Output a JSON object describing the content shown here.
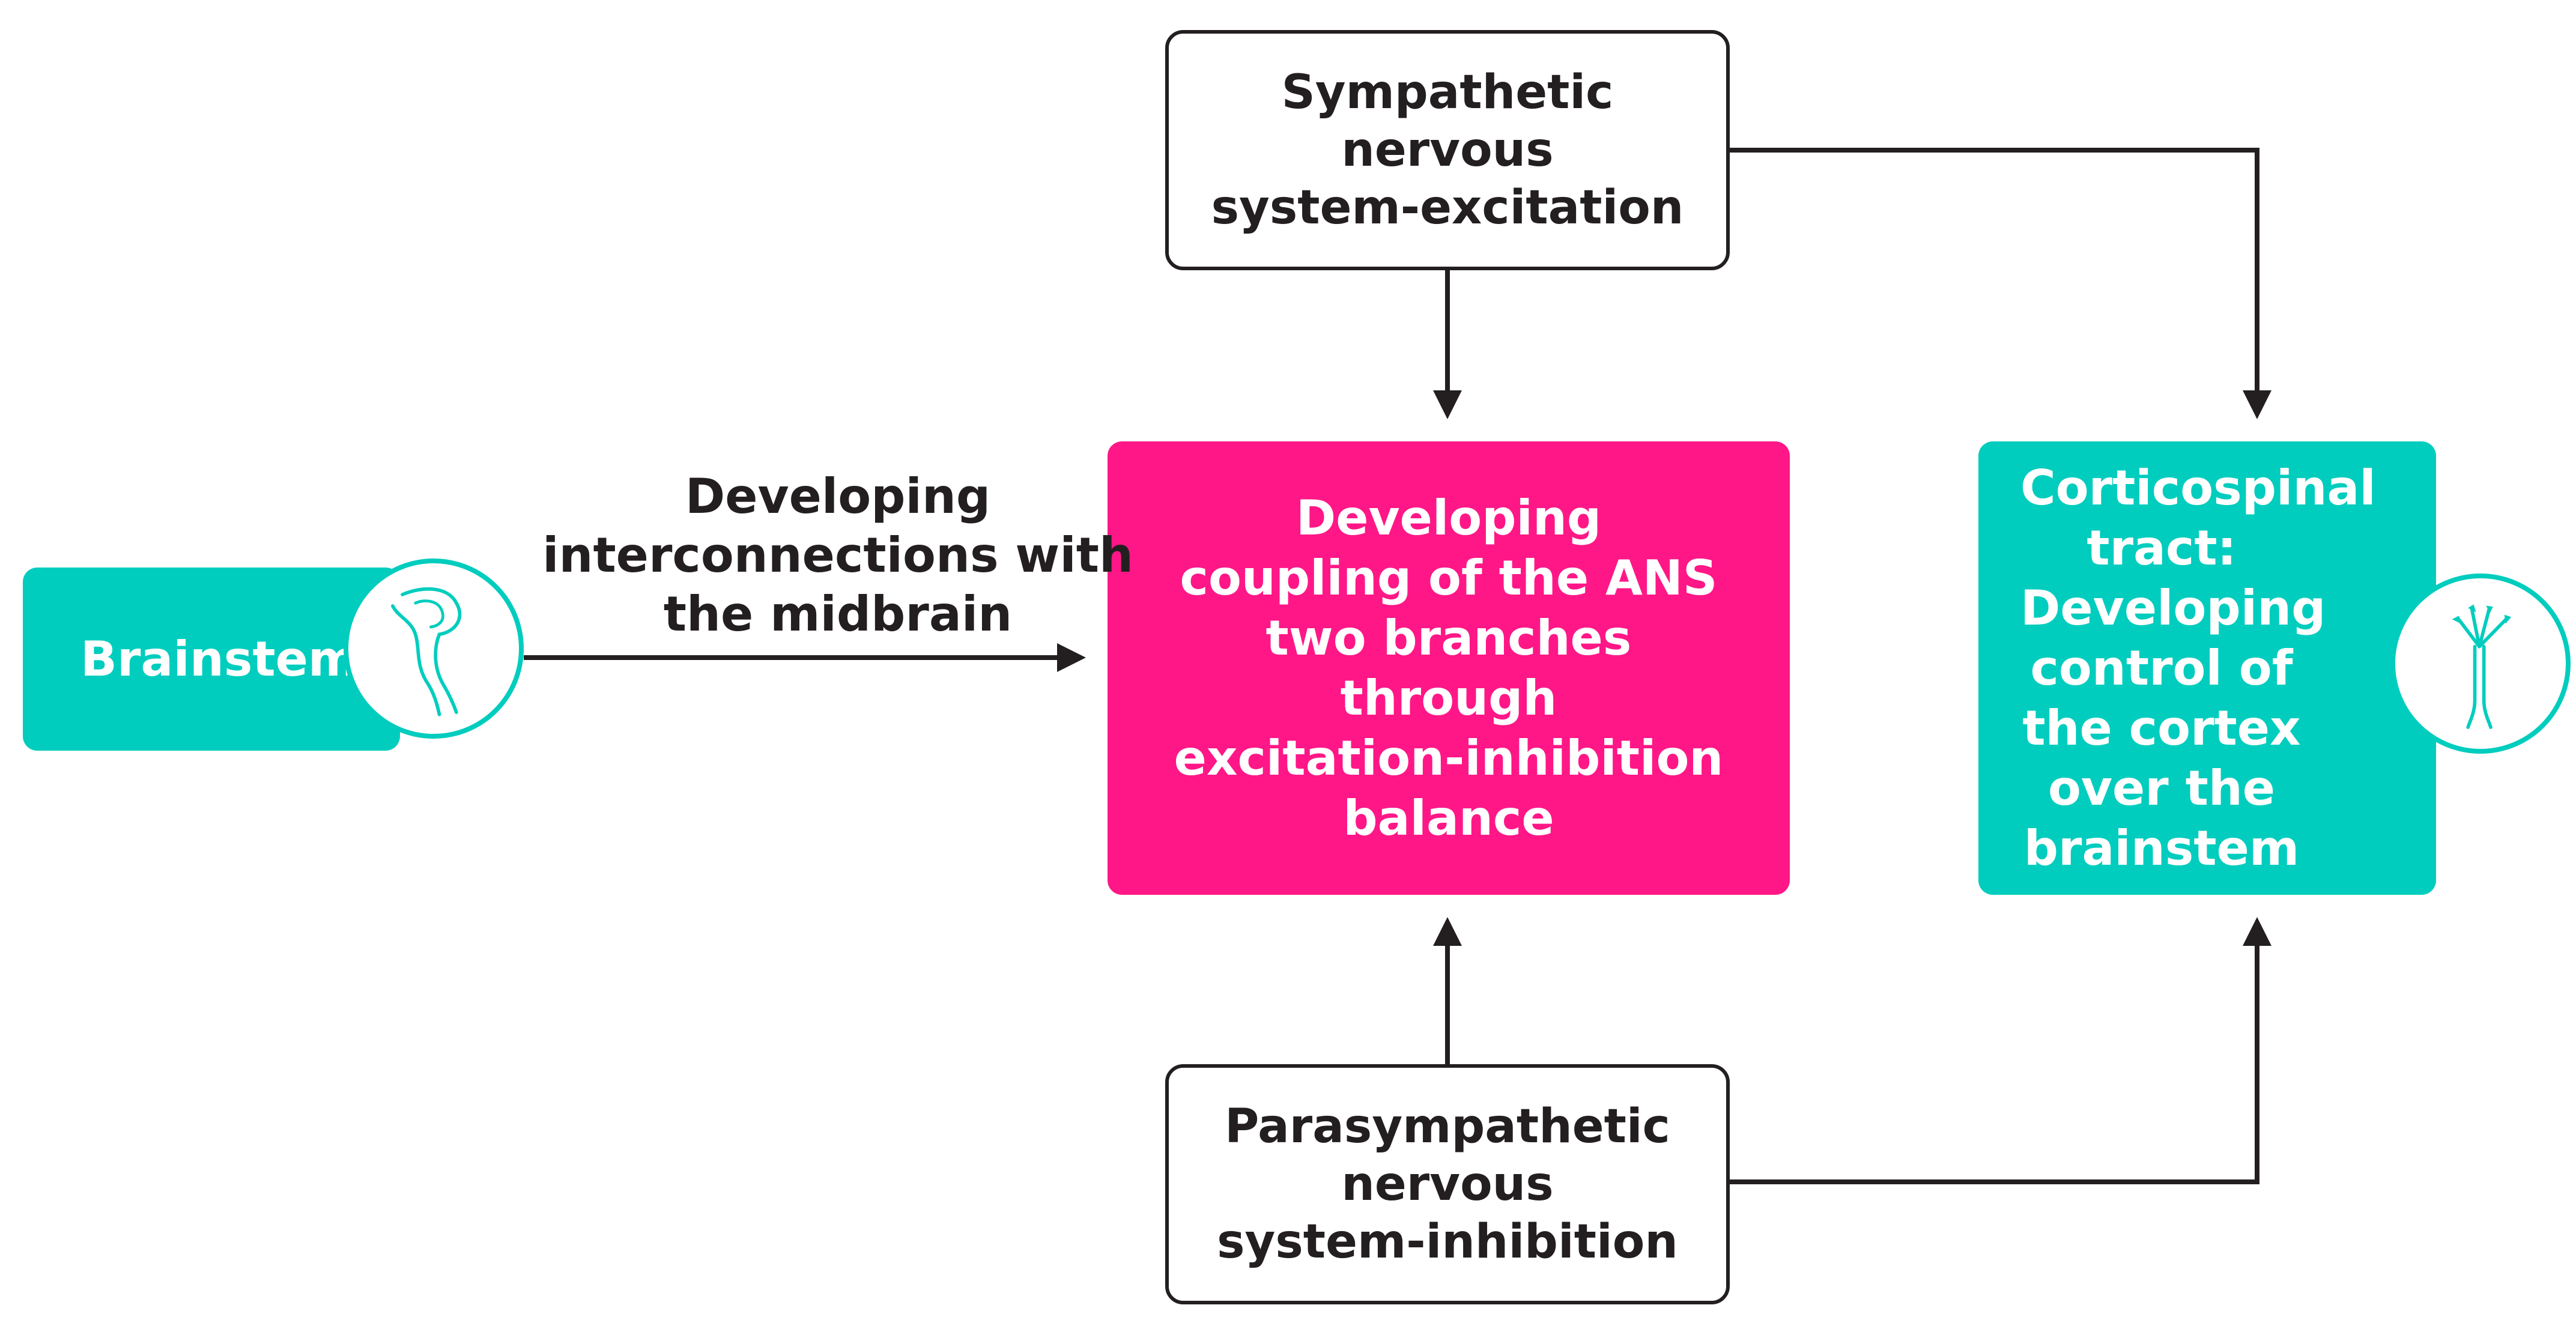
{
  "diagram": {
    "sympathetic_label": "Sympathetic\nnervous\nsystem-excitation",
    "parasympathetic_label": "Parasympathetic\nnervous\nsystem-inhibition",
    "center_label": "Developing\ncoupling of the ANS\ntwo branches\nthrough\nexcitation-inhibition\nbalance",
    "cortex_label": "Corticospinal\ntract:\nDeveloping\ncontrol of\nthe cortex\nover the\nbrainstem",
    "brainstem_label": "Brainstem",
    "arrow_label": "Developing\ninterconnections with\nthe midbrain",
    "colors": {
      "magenta": "#ff1787",
      "teal": "#00cdbe",
      "line": "#231f20"
    },
    "icons": [
      "brainstem-icon",
      "neuron-icon"
    ]
  }
}
